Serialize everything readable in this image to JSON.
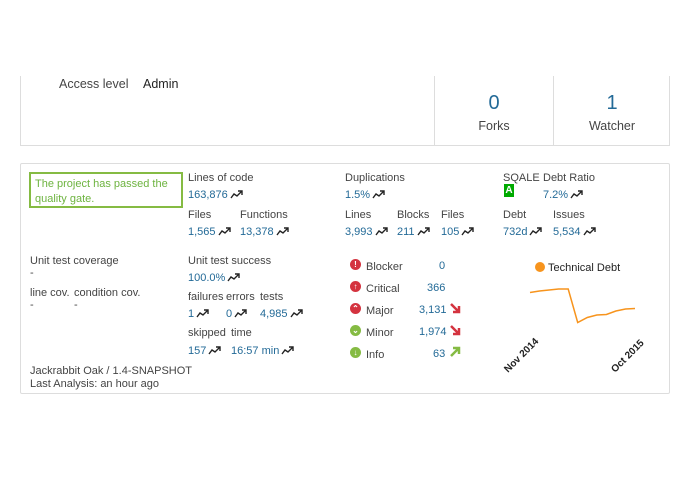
{
  "project": {
    "access_label": "Access level",
    "access_value": "Admin",
    "forks_count": "0",
    "forks_label": "Forks",
    "watchers_count": "1",
    "watchers_label": "Watcher"
  },
  "quality_gate": {
    "text": "The project has passed the quality gate."
  },
  "size": {
    "loc_label": "Lines of code",
    "loc_value": "163,876",
    "files_label": "Files",
    "files_value": "1,565",
    "functions_label": "Functions",
    "functions_value": "13,378"
  },
  "duplications": {
    "label": "Duplications",
    "value": "1.5%",
    "lines_label": "Lines",
    "lines_value": "3,993",
    "blocks_label": "Blocks",
    "blocks_value": "211",
    "files_label": "Files",
    "files_value": "105"
  },
  "sqale": {
    "label": "SQALE",
    "rating": "A",
    "debt_ratio_label": "Debt Ratio",
    "debt_ratio_value": "7.2%",
    "debt_label": "Debt",
    "debt_value": "732d",
    "issues_label": "Issues",
    "issues_value": "5,534"
  },
  "coverage": {
    "label": "Unit test coverage",
    "value": "-",
    "line_label": "line cov.",
    "line_value": "-",
    "condition_label": "condition cov.",
    "condition_value": "-"
  },
  "tests": {
    "success_label": "Unit test success",
    "success_value": "100.0%",
    "failures_label": "failures",
    "failures_value": "1",
    "errors_label": "errors",
    "errors_value": "0",
    "tests_label": "tests",
    "tests_value": "4,985",
    "skipped_label": "skipped",
    "skipped_value": "157",
    "time_label": "time",
    "time_value": "16:57 min"
  },
  "issues": [
    {
      "label": "Blocker",
      "count": "0",
      "icon": "blocker-icon",
      "color": "#d4333f"
    },
    {
      "label": "Critical",
      "count": "366",
      "icon": "critical-icon",
      "color": "#d4333f"
    },
    {
      "label": "Major",
      "count": "3,131",
      "icon": "major-icon",
      "color": "#d4333f"
    },
    {
      "label": "Minor",
      "count": "1,974",
      "icon": "minor-icon",
      "color": "#85bb43"
    },
    {
      "label": "Info",
      "count": "63",
      "icon": "info-icon",
      "color": "#85bb43"
    }
  ],
  "footer": {
    "version": "Jackrabbit Oak / 1.4-SNAPSHOT",
    "last_analysis": "Last Analysis: an hour ago"
  },
  "chart_data": {
    "type": "line",
    "series": [
      {
        "name": "Technical Debt",
        "color": "#f7941d",
        "x": [
          "2014-11",
          "2014-12",
          "2015-01",
          "2015-02",
          "2015-03",
          "2015-04",
          "2015-05",
          "2015-06",
          "2015-07",
          "2015-08",
          "2015-09",
          "2015-10"
        ],
        "values": [
          0.75,
          0.78,
          0.8,
          0.82,
          0.82,
          0.15,
          0.25,
          0.3,
          0.31,
          0.38,
          0.42,
          0.43
        ]
      }
    ],
    "xtick_labels": [
      "Nov 2014",
      "Oct 2015"
    ],
    "legend": "top",
    "values_note": "relative scale, no y-axis printed"
  },
  "colors": {
    "link": "#236a97",
    "gate_green": "#85bb43",
    "trend_up_bad": "#d4333f",
    "trend_up_good": "#85bb43"
  }
}
